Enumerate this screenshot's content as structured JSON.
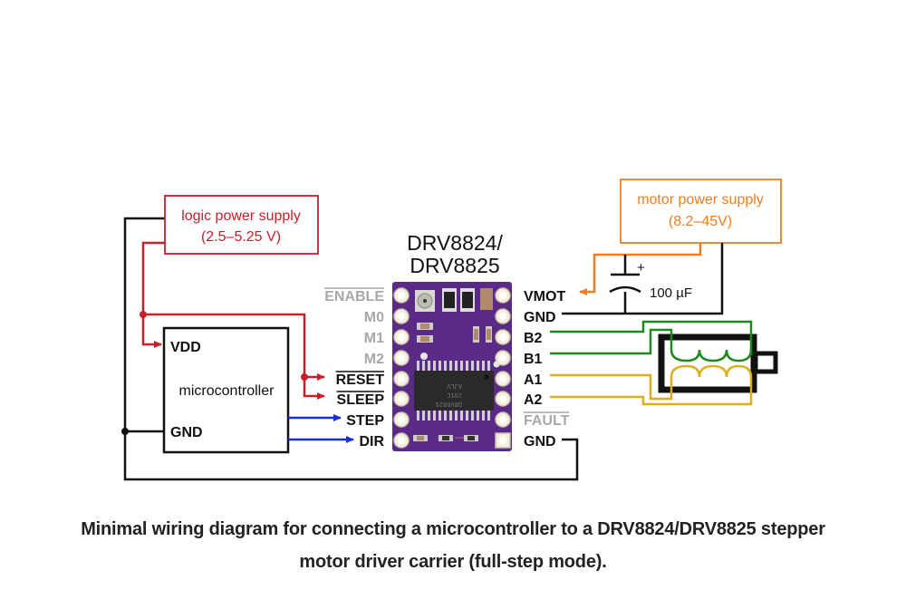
{
  "diagram": {
    "title_line1": "DRV8824/",
    "title_line2": "DRV8825",
    "logic_supply": {
      "label": "logic power supply",
      "range": "(2.5–5.25 V)"
    },
    "motor_supply": {
      "label": "motor power supply",
      "range": "(8.2–45V)"
    },
    "microcontroller": {
      "label": "microcontroller",
      "vdd": "VDD",
      "gnd": "GND"
    },
    "capacitor": {
      "value": "100 µF",
      "polarity": "+"
    },
    "left_pins": [
      {
        "label": "ENABLE",
        "active": false,
        "overbar": true
      },
      {
        "label": "M0",
        "active": false,
        "overbar": false
      },
      {
        "label": "M1",
        "active": false,
        "overbar": false
      },
      {
        "label": "M2",
        "active": false,
        "overbar": false
      },
      {
        "label": "RESET",
        "active": true,
        "overbar": true
      },
      {
        "label": "SLEEP",
        "active": true,
        "overbar": true
      },
      {
        "label": "STEP",
        "active": true,
        "overbar": false
      },
      {
        "label": "DIR",
        "active": true,
        "overbar": false
      }
    ],
    "right_pins": [
      {
        "label": "VMOT",
        "active": true,
        "overbar": false
      },
      {
        "label": "GND",
        "active": true,
        "overbar": false
      },
      {
        "label": "B2",
        "active": true,
        "overbar": false
      },
      {
        "label": "B1",
        "active": true,
        "overbar": false
      },
      {
        "label": "A1",
        "active": true,
        "overbar": false
      },
      {
        "label": "A2",
        "active": true,
        "overbar": false
      },
      {
        "label": "FAULT",
        "active": false,
        "overbar": true
      },
      {
        "label": "GND",
        "active": true,
        "overbar": false
      }
    ],
    "chip_marking": [
      "DRV8825",
      "291C",
      "AJLV"
    ],
    "colors": {
      "logic": "#c8202a",
      "motor": "#f07d22",
      "signal": "#1a2fd0",
      "coil_b": "#1e8a1e",
      "coil_a": "#dcae1d",
      "ground": "#111111",
      "board": "#5b2a86",
      "inactive_pin": "#a8a8a8"
    }
  },
  "caption": {
    "line1": "Minimal wiring diagram for connecting a microcontroller to a DRV8824/DRV8825 stepper",
    "line2": "motor driver carrier (full-step mode)."
  }
}
